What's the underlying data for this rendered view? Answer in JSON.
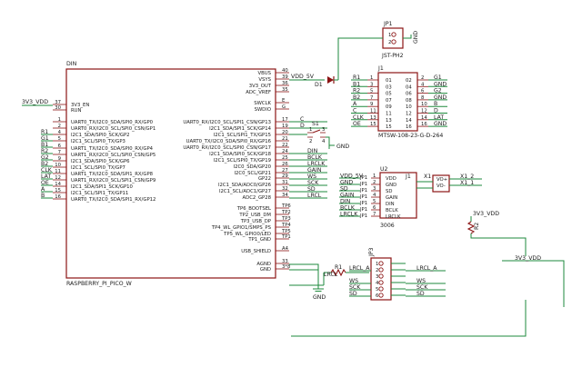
{
  "din": {
    "refdes": "DIN",
    "value": "RASPBERRY_PI_PICO_W",
    "left_pins": [
      {
        "num": "37",
        "label": "3V3_EN"
      },
      {
        "num": "30",
        "label": "RUN"
      },
      {
        "num": "1",
        "label": "UART0_TX/I2C0_SDA/SPI0_RX/GP0"
      },
      {
        "num": "2",
        "label": "UART0_RX/I2C0_SCL/SPI0_CSN/GP1"
      },
      {
        "num": "4",
        "label": "I2C1_SDA/SPI0_SCK/GP2"
      },
      {
        "num": "5",
        "label": "I2C1_SCL/SPI0_TX/GP3"
      },
      {
        "num": "6",
        "label": "UART1_TX/I2C0_SDA/SPI0_RX/GP4"
      },
      {
        "num": "7",
        "label": "UART1_RX/I2C0_SCL/SPI0_CSN/GP5"
      },
      {
        "num": "9",
        "label": "I2C1_SDA/SPI0_SCK/GP6"
      },
      {
        "num": "10",
        "label": "I2C1_SCL/SPI0_TX/GP7"
      },
      {
        "num": "11",
        "label": "UART1_TX/I2C0_SDA/SPI1_RX/GP8"
      },
      {
        "num": "12",
        "label": "UART1_RX/I2C0_SCL/SPI1_CSN/GP9"
      },
      {
        "num": "14",
        "label": "I2C1_SDA/SPI1_SCK/GP10"
      },
      {
        "num": "15",
        "label": "I2C1_SCL/SPI1_TX/GP11"
      },
      {
        "num": "16",
        "label": "UART0_TX/I2C0_SDA/SPI1_RX/GP12"
      }
    ],
    "right_pins": [
      {
        "num": "40",
        "label": "VBUS"
      },
      {
        "num": "39",
        "label": "VSYS"
      },
      {
        "num": "36",
        "label": "3V3_OUT"
      },
      {
        "num": "35",
        "label": "ADC_VREF"
      },
      {
        "num": "E",
        "label": "SWCLK"
      },
      {
        "num": "G",
        "label": "SWDIO"
      },
      {
        "num": "17",
        "label": "UART0_RX/I2C0_SCL/SPI1_CSN/GP13"
      },
      {
        "num": "19",
        "label": "I2C1_SDA/SPI1_SCK/GP14"
      },
      {
        "num": "20",
        "label": "I2C1_SCL/SPI1_TX/GP15"
      },
      {
        "num": "21",
        "label": "UART0_TX/I2C0_SDA/SPI0_RX/GP16"
      },
      {
        "num": "22",
        "label": "UART0_RX/I2C0_SCL/SPI0_CSN/GP17"
      },
      {
        "num": "24",
        "label": "I2C1_SDA/SPI0_SCK/GP18"
      },
      {
        "num": "25",
        "label": "I2C1_SCL/SPI0_TX/GP19"
      },
      {
        "num": "26",
        "label": "I2C0_SDA/GP20"
      },
      {
        "num": "27",
        "label": "I2C0_SCL/GP21"
      },
      {
        "num": "29",
        "label": "GP22"
      },
      {
        "num": "31",
        "label": "I2C1_SDA/ADC0/GP26"
      },
      {
        "num": "32",
        "label": "I2C1_SCL/ADC1/GP27"
      },
      {
        "num": "34",
        "label": "ADC2_GP28"
      },
      {
        "num": "TP6",
        "label": "TP6_BOOTSEL"
      },
      {
        "num": "TP2",
        "label": "TP2_USB_DM"
      },
      {
        "num": "TP3",
        "label": "TP3_USB_DP"
      },
      {
        "num": "TP4",
        "label": "TP4_WL_GPIO1/SMPS_PS"
      },
      {
        "num": "TP5",
        "label": "TP5_WL_GPIO0/LED"
      },
      {
        "num": "TP1",
        "label": "TP1_GND"
      },
      {
        "num": "A4",
        "label": "USB_SHIELD"
      },
      {
        "num": "33",
        "label": "AGND"
      },
      {
        "num": "3*8",
        "label": "GND"
      }
    ],
    "left_nets": [
      "3V3_VDD",
      "R1",
      "G1",
      "B1",
      "R2",
      "G2",
      "B2",
      "CLK",
      "LAT",
      "OE",
      "A",
      "B"
    ],
    "right_nets": [
      "VDD_5V",
      "C",
      "D",
      "DIN",
      "BCLK",
      "LRCLK",
      "GAIN",
      "WS",
      "SCK",
      "SD",
      "LRCL"
    ]
  },
  "jp1": {
    "refdes": "JP1",
    "value": "JST-PH2",
    "pins": [
      "1",
      "2"
    ],
    "net": "GND"
  },
  "d1": {
    "refdes": "D1"
  },
  "s1": {
    "refdes": "S1",
    "pins": [
      "1",
      "2",
      "3",
      "4"
    ],
    "net": "GND"
  },
  "j1": {
    "refdes": "J1",
    "value": "MTSW-108-23-G-D-264",
    "left_pins": [
      "01",
      "03",
      "05",
      "07",
      "09",
      "11",
      "13",
      "15"
    ],
    "right_pins": [
      "02",
      "04",
      "06",
      "08",
      "10",
      "12",
      "14",
      "16"
    ],
    "left_nums": [
      "1",
      "3",
      "5",
      "7",
      "9",
      "11",
      "13",
      "15"
    ],
    "right_nums": [
      "2",
      "4",
      "6",
      "8",
      "10",
      "12",
      "14",
      "16"
    ],
    "left_nets": [
      "R1",
      "B1",
      "R2",
      "B2",
      "A",
      "C",
      "CLK",
      "OE"
    ],
    "right_nets": [
      "G1",
      "GND",
      "G2",
      "GND",
      "B",
      "D",
      "LAT",
      "GND"
    ]
  },
  "u2": {
    "refdes": "U2",
    "value": "3006",
    "pins": [
      "VDD",
      "GND",
      "SD",
      "GAIN",
      "DIN",
      "BCLK",
      "LRCLK"
    ],
    "pin_ids": [
      "JP1",
      "JP1",
      "JP1",
      "JP1",
      "JP1",
      "JP1",
      "JP1"
    ],
    "pin_nums": [
      "1",
      "2",
      "3",
      "4",
      "5",
      "6",
      "7"
    ],
    "nets": [
      "VDD_5V",
      "GND",
      "SD",
      "GAIN",
      "DIN",
      "BCLK",
      "LRCLK"
    ],
    "out_ref": "J1",
    "out_pins": [
      "VO+",
      "VO-"
    ]
  },
  "x1": {
    "refdes": "X1",
    "pins": [
      "X1_2",
      "X1_1"
    ]
  },
  "r2": {
    "refdes": "R2",
    "net": "3V3_VDD"
  },
  "r1": {
    "refdes": "R1"
  },
  "jp3": {
    "refdes": "JP3",
    "pins": [
      "1",
      "2",
      "3",
      "4",
      "5",
      "6"
    ],
    "left_nets": [
      "LRCL_A",
      "LRCL",
      "WS",
      "SCK",
      "SD"
    ],
    "right_nets": [
      "LRCL_A",
      "WS",
      "SCK",
      "SD"
    ]
  },
  "misc": {
    "gnd_net": "GND",
    "vdd_net": "3V3_VDD"
  }
}
